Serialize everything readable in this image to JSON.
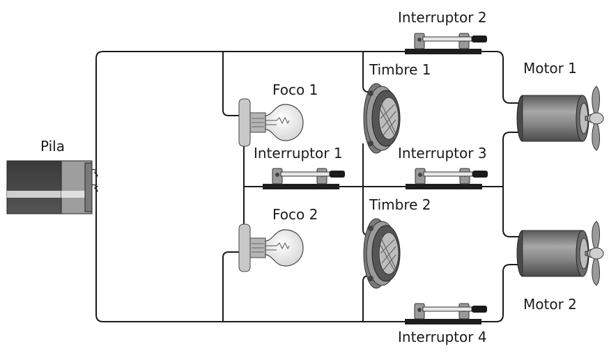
{
  "labels": {
    "battery": "Pila",
    "bulb1": "Foco 1",
    "bulb2": "Foco 2",
    "bell1": "Timbre 1",
    "bell2": "Timbre 2",
    "motor1": "Motor 1",
    "motor2": "Motor 2",
    "switch1": "Interruptor 1",
    "switch2": "Interruptor 2",
    "switch3": "Interruptor 3",
    "switch4": "Interruptor 4"
  },
  "colors": {
    "wire": "#1a1a1a",
    "metal": "#8c8c8c",
    "base": "#1e1e1e",
    "bulb_glass": "#f4f4f4"
  }
}
